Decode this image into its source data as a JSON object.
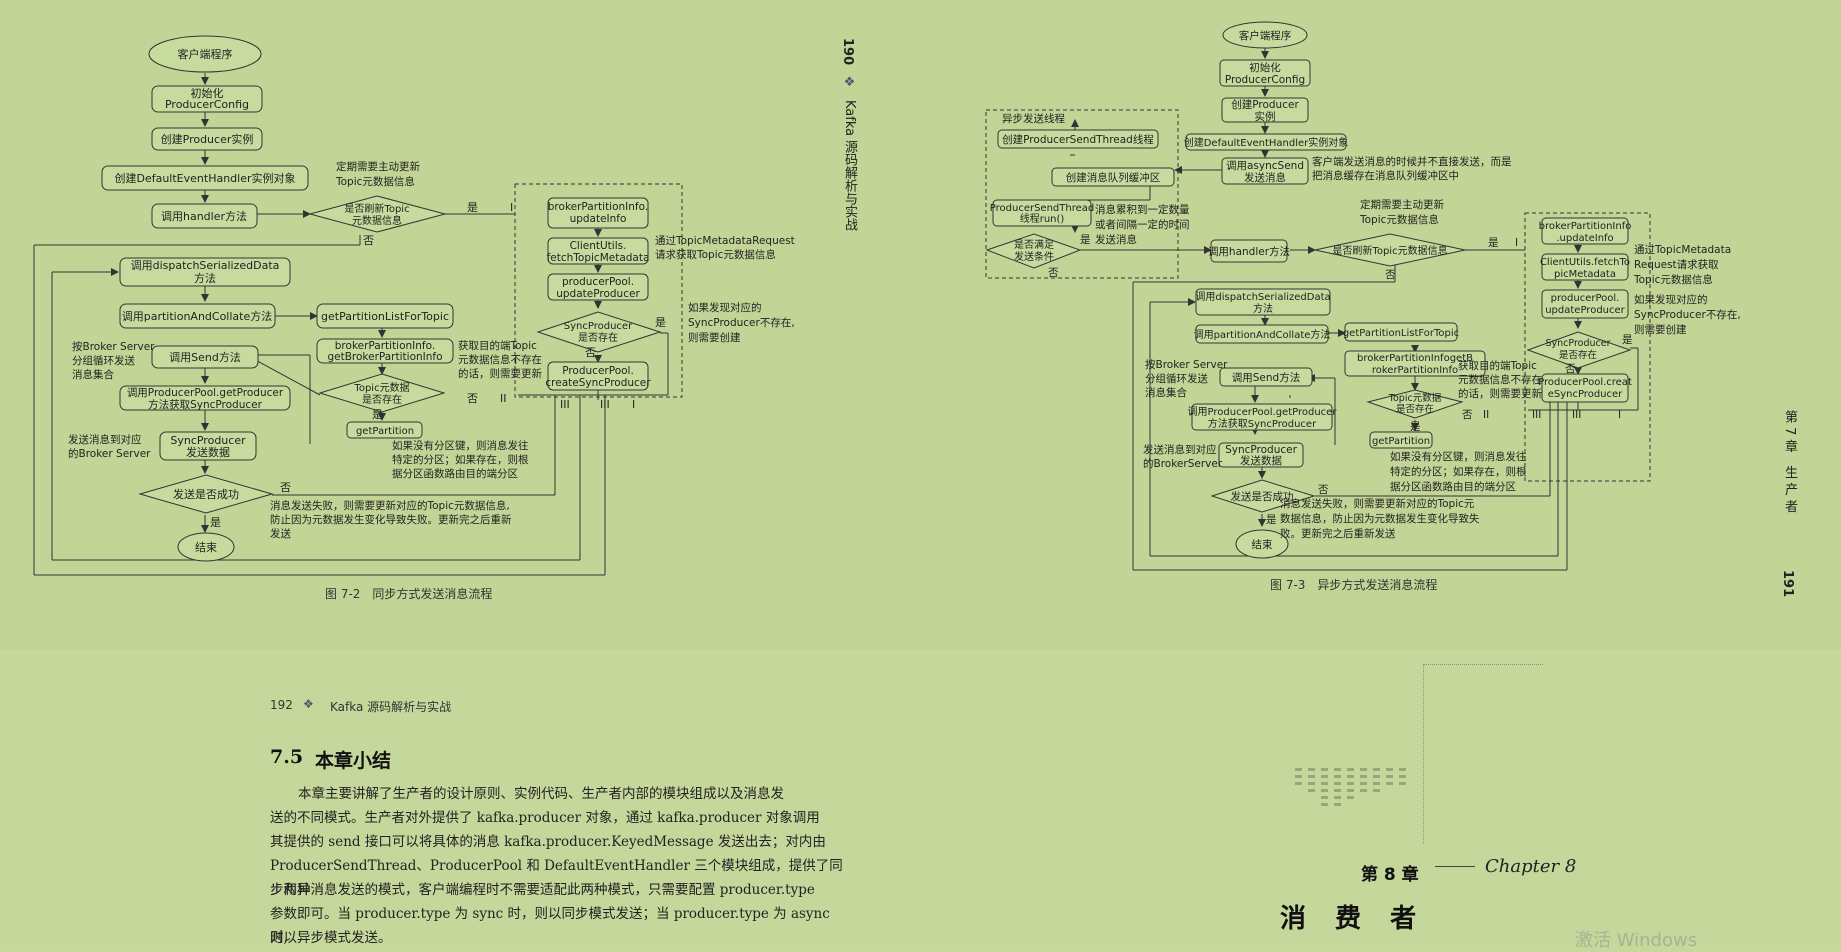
{
  "left_page": {
    "page_number": "190",
    "running_title": "Kafka 源码解析与实战",
    "figure": {
      "caption": "图 7-2　同步方式发送消息流程",
      "nodes": {
        "start": "客户端程序",
        "init_l1": "初始化",
        "init_l2": "ProducerConfig",
        "create_producer": "创建Producer实例",
        "create_handler": "创建DefaultEventHandler实例对象",
        "call_handler": "调用handler方法",
        "refresh_l1": "是否刷新Topic",
        "refresh_l2": "元数据信息",
        "dispatch_l1": "调用dispatchSerializedData",
        "dispatch_l2": "方法",
        "partition_collate": "调用partitionAndCollate方法",
        "get_partition_list": "getPartitionListForTopic",
        "get_broker_l1": "brokerPartitionInfo.",
        "get_broker_l2": "getBrokerPartitionInfo",
        "topic_exists_l1": "Topic元数据",
        "topic_exists_l2": "是否存在",
        "get_partition": "getPartition",
        "call_send": "调用Send方法",
        "get_producer_l1": "调用ProducerPool.getProducer",
        "get_producer_l2": "方法获取SyncProducer",
        "sync_send_l1": "SyncProducer",
        "sync_send_l2": "发送数据",
        "send_ok": "发送是否成功",
        "end": "结束",
        "update_info_l1": "brokerPartitionInfo.",
        "update_info_l2": "updateInfo",
        "fetch_meta_l1": "ClientUtils.",
        "fetch_meta_l2": "fetchTopicMetadata",
        "update_producer_l1": "producerPool.",
        "update_producer_l2": "updateProducer",
        "sync_exists_l1": "SyncProducer",
        "sync_exists_l2": "是否存在",
        "create_sync_l1": "ProducerPool.",
        "create_sync_l2": "createSyncProducer"
      },
      "notes": {
        "refresh_l1": "定期需要主动更新",
        "refresh_l2": "Topic元数据信息",
        "request_l1": "通过TopicMetadataRequest",
        "request_l2": "请求获取Topic元数据信息",
        "sync_missing_l1": "如果发现对应的",
        "sync_missing_l2": "SyncProducer不存在,",
        "sync_missing_l3": "则需要创建",
        "meta_missing_l1": "获取目的端Topic",
        "meta_missing_l2": "元数据信息不存在",
        "meta_missing_l3": "的话，则需要更新",
        "loop_l1": "按Broker Server",
        "loop_l2": "分组循环发送",
        "loop_l3": "消息集合",
        "send_to_l1": "发送消息到对应",
        "send_to_l2": "的Broker Server",
        "partkey_l1": "如果没有分区键，则消息发往",
        "partkey_l2": "特定的分区；如果存在，则根",
        "partkey_l3": "据分区函数路由目的端分区",
        "fail_l1": "消息发送失败，则需要更新对应的Topic元数据信息,",
        "fail_l2": "防止因为元数据发生变化导致失败。更新完之后重新",
        "fail_l3": "发送"
      },
      "labels": {
        "yes": "是",
        "no": "否",
        "I": "I",
        "II": "II",
        "III": "III"
      }
    }
  },
  "right_page": {
    "page_number": "191",
    "chapter_marker": "第 7 章　生 产 者",
    "figure": {
      "caption": "图 7-3　异步方式发送消息流程",
      "nodes": {
        "start": "客户端程序",
        "init_l1": "初始化",
        "init_l2": "ProducerConfig",
        "create_l1": "创建Producer",
        "create_l2": "实例",
        "handler_obj": "创建DefaultEventHandler实例对象",
        "async_send_l1": "调用asyncSend",
        "async_send_l2": "发送消息",
        "thread_group": "异步发送线程",
        "create_thread": "创建ProducerSendThread线程",
        "create_queue": "创建消息队列缓冲区",
        "thread_run_l1": "ProducerSendThread",
        "thread_run_l2": "线程run()",
        "cond_l1": "是否满足",
        "cond_l2": "发送条件",
        "call_handler": "调用handler方法",
        "refresh": "是否刷新Topic元数据信息",
        "dispatch_l1": "调用dispatchSerializedData",
        "dispatch_l2": "方法",
        "partition_collate": "调用partitionAndCollate方法",
        "get_partition_list": "getPartitionListForTopic",
        "get_broker_l1": "brokerPartitionInfogetB",
        "get_broker_l2": "rokerPartitionInfo",
        "topic_exists_l1": "Topic元数据",
        "topic_exists_l2": "是否存在",
        "get_partition": "getPartition",
        "call_send": "调用Send方法",
        "get_producer_l1": "调用ProducerPool.getProducer",
        "get_producer_l2": "方法获取SyncProducer",
        "sync_send_l1": "SyncProducer",
        "sync_send_l2": "发送数据",
        "send_ok": "发送是否成功",
        "end": "结束",
        "update_info_l1": "brokerPartitionInfo",
        "update_info_l2": ".updateInfo",
        "fetch_meta_l1": "ClientUtils.fetchTo",
        "fetch_meta_l2": "picMetadata",
        "update_producer_l1": "producerPool.",
        "update_producer_l2": "updateProducer",
        "sync_exists_l1": "SyncProducer",
        "sync_exists_l2": "是否存在",
        "create_sync_l1": "ProducerPool.creat",
        "create_sync_l2": "eSyncProducer"
      },
      "notes": {
        "buffer_l1": "客户端发送消息的时候并不直接发送，而是",
        "buffer_l2": "把消息缓存在消息队列缓冲区中",
        "accum_l1": "消息累积到一定数量",
        "accum_l2": "或者间隔一定的时间",
        "accum_l3": "发送消息",
        "refresh_l1": "定期需要主动更新",
        "refresh_l2": "Topic元数据信息",
        "request_l1": "通过TopicMetadata",
        "request_l2": "Request请求获取",
        "request_l3": "Topic元数据信息",
        "sync_missing_l1": "如果发现对应的",
        "sync_missing_l2": "SyncProducer不存在,",
        "sync_missing_l3": "则需要创建",
        "meta_missing_l1": "获取目的端Topic",
        "meta_missing_l2": "元数据信息不存在",
        "meta_missing_l3": "的话，则需要更新",
        "loop_l1": "按Broker Server",
        "loop_l2": "分组循环发送",
        "loop_l3": "消息集合",
        "send_to_l1": "发送消息到对应",
        "send_to_l2": "的BrokerServer",
        "partkey_l1": "如果没有分区键，则消息发往",
        "partkey_l2": "特定的分区；如果存在，则根",
        "partkey_l3": "据分区函数路由目的端分区",
        "fail_l1": "消息发送失败，则需要更新对应的Topic元",
        "fail_l2": "数据信息，防止因为元数据发生变化导致失",
        "fail_l3": "败。更新完之后重新发送"
      },
      "labels": {
        "yes": "是",
        "no": "否",
        "I": "I",
        "II": "II",
        "III": "III"
      }
    }
  },
  "bottom_left": {
    "page_number": "192",
    "running_title": "Kafka 源码解析与实战",
    "section_number": "7.5",
    "section_title": "本章小结",
    "paragraph_lines": [
      "本章主要讲解了生产者的设计原则、实例代码、生产者内部的模块组成以及消息发",
      "送的不同模式。生产者对外提供了 kafka.producer 对象，通过 kafka.producer 对象调用",
      "其提供的 send 接口可以将具体的消息 kafka.producer.KeyedMessage 发送出去；对内由",
      "ProducerSendThread、ProducerPool 和 DefaultEventHandler 三个模块组成，提供了同步和异",
      "步两种消息发送的模式，客户端编程时不需要适配此两种模式，只需要配置 producer.type",
      "参数即可。当 producer.type 为 sync 时，则以同步模式发送；当 producer.type 为 async 时,",
      "则以异步模式发送。"
    ]
  },
  "bottom_right": {
    "chapter_label": "第 8 章",
    "chapter_script": "Chapter 8",
    "chapter_title": "消 费 者",
    "watermark": "激活 Windows"
  }
}
